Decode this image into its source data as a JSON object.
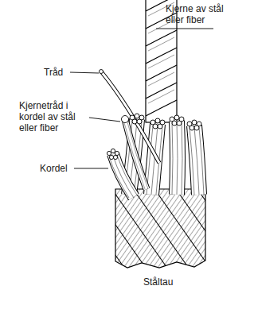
{
  "diagram": {
    "labels": [
      "Kjerne av stål eller fiber",
      "Tråd",
      "Kjernetråd i kordel av stål eller fiber",
      "Kordel",
      "Ståltau"
    ]
  }
}
